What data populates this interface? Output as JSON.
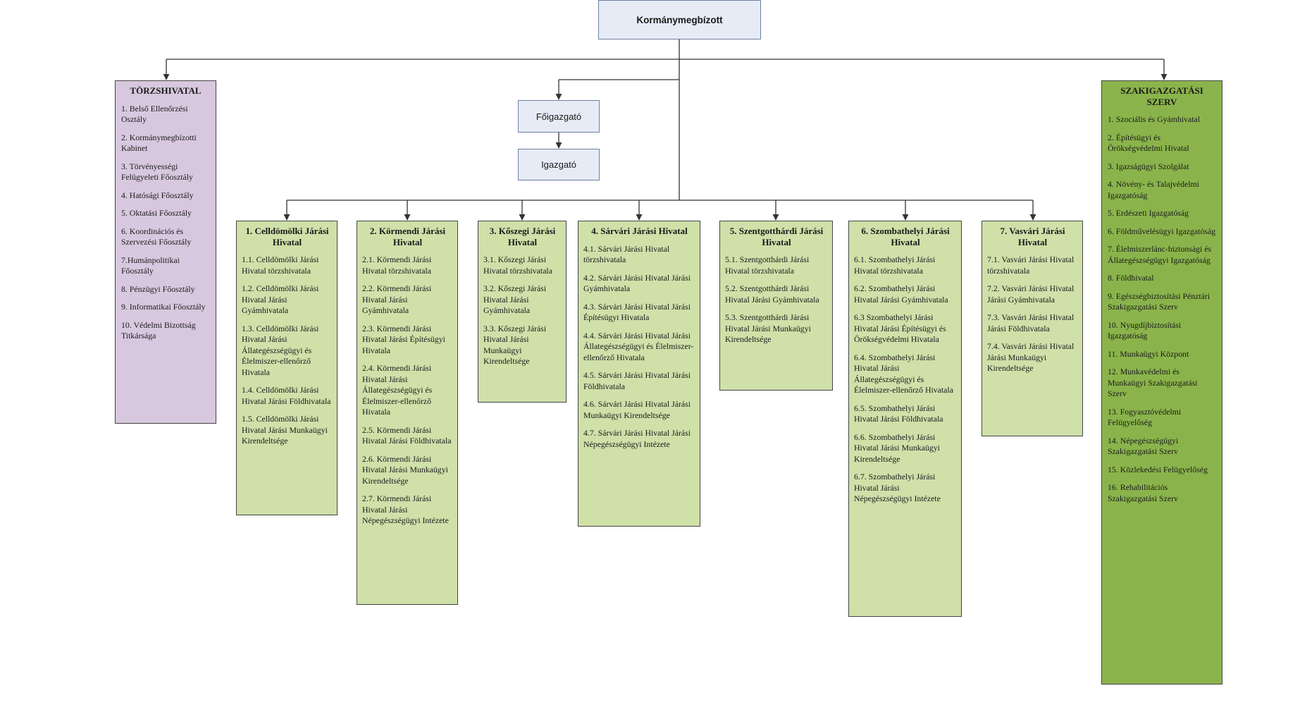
{
  "root": {
    "label": "Kormánymegbízott"
  },
  "management": [
    {
      "label": "Főigazgató"
    },
    {
      "label": "Igazgató"
    }
  ],
  "torzshivatal": {
    "title": "TÖRZSHIVATAL",
    "items": [
      "1. Belső Ellenőrzési Osztály",
      "2. Kormánymegbízotti Kabinet",
      "3. Törvényességi Felügyeleti Főosztály",
      "4. Hatósági Főosztály",
      "5. Oktatási Főosztály",
      "6. Koordinációs és Szervezési Főosztály",
      "7.Humánpolitikai Főosztály",
      "8. Pénzügyi Főosztály",
      "9. Informatikai Főosztály",
      "10. Védelmi Bizottság Titkársága"
    ]
  },
  "jarasi": [
    {
      "title": "1. Celldömölki Járási Hivatal",
      "items": [
        "1.1. Celldömölki Járási Hivatal törzshivatala",
        "1.2. Celldömölki Járási Hivatal Járási Gyámhivatala",
        "1.3. Celldömölki Járási Hivatal Járási Állategészségügyi és Élelmiszer-ellenőrző Hivatala",
        "1.4. Celldömölki Járási Hivatal Járási Földhivatala",
        "1.5. Celldömölki Járási Hivatal Járási Munkaügyi Kirendeltsége"
      ]
    },
    {
      "title": "2. Körmendi Járási Hivatal",
      "items": [
        "2.1. Körmendi Járási Hivatal törzshivatala",
        "2.2. Körmendi Járási Hivatal Járási Gyámhivatala",
        "2.3. Körmendi Járási Hivatal Járási Építésügyi Hivatala",
        "2.4. Körmendi Járási Hivatal Járási Állategészségügyi és Élelmiszer-ellenőrző Hivatala",
        "2.5. Körmendi Járási Hivatal Járási Földhivatala",
        "2.6. Körmendi Járási Hivatal Járási Munkaügyi Kirendeltsége",
        "2.7. Körmendi Járási Hivatal Járási Népegészségügyi Intézete"
      ]
    },
    {
      "title": "3. Kőszegi Járási Hivatal",
      "items": [
        "3.1. Kőszegi Járási Hivatal törzshivatala",
        "3.2. Kőszegi Járási Hivatal Járási Gyámhivatala",
        "3.3. Kőszegi Járási Hivatal Járási Munkaügyi Kirendeltsége"
      ]
    },
    {
      "title": "4. Sárvári Járási Hivatal",
      "items": [
        "4.1. Sárvári Járási Hivatal törzshivatala",
        "4.2. Sárvári Járási Hivatal Járási Gyámhivatala",
        "4.3. Sárvári Járási Hivatal Járási Építésügyi Hivatala",
        "4.4. Sárvári Járási Hivatal Járási Állategészségügyi és Élelmiszer-ellenőrző Hivatala",
        "4.5. Sárvári Járási Hivatal Járási Földhivatala",
        "4.6. Sárvári Járási Hivatal Járási Munkaügyi Kirendeltsége",
        "4.7. Sárvári Járási Hivatal Járási Népegészségügyi Intézete"
      ]
    },
    {
      "title": "5. Szentgotthárdi Járási Hivatal",
      "items": [
        "5.1. Szentgotthárdi Járási Hivatal törzshivatala",
        "5.2. Szentgotthárdi Járási Hivatal Járási Gyámhivatala",
        "5.3. Szentgotthárdi Járási Hivatal Járási Munkaügyi Kirendeltsége"
      ]
    },
    {
      "title": "6. Szombathelyi Járási Hivatal",
      "items": [
        "6.1. Szombathelyi Járási Hivatal törzshivatala",
        "6.2. Szombathelyi Járási Hivatal Járási Gyámhivatala",
        "6.3 Szombathelyi Járási Hivatal Járási Építésügyi és Örökségvédelmi Hivatala",
        "6.4. Szombathelyi Járási Hivatal Járási Állategészségügyi és Élelmiszer-ellenőrző Hivatala",
        "6.5. Szombathelyi Járási Hivatal Járási Földhivatala",
        "6.6. Szombathelyi Járási Hivatal Járási Munkaügyi Kirendeltsége",
        "6.7. Szombathelyi Járási Hivatal Járási Népegészségügyi Intézete"
      ]
    },
    {
      "title": "7. Vasvári Járási Hivatal",
      "items": [
        "7.1. Vasvári Járási Hivatal törzshivatala",
        "7.2. Vasvári Járási Hivatal Járási Gyámhivatala",
        "7.3. Vasvári Járási Hivatal Járási Földhivatala",
        "7.4. Vasvári Járási Hivatal Járási Munkaügyi Kirendeltsége"
      ]
    }
  ],
  "szakigazgatasi": {
    "title": "SZAKIGAZGATÁSI SZERV",
    "items": [
      "1. Szociális és Gyámhivatal",
      "2. Építésügyi és Örökségvédelmi Hivatal",
      "3. Igazságügyi Szolgálat",
      "4. Növény- és Talajvédelmi Igazgatóság",
      "5. Erdészeti Igazgatóság",
      "6. Földművelésügyi Igazgatóság",
      "7. Élelmiszerlánc-biztonsági és Állategészségügyi Igazgatóság",
      "8. Földhivatal",
      "9. Egészségbiztosítási Pénztári Szakigazgatási Szerv",
      "10. Nyugdíjbiztosítási Igazgatóság",
      "11. Munkaügyi Központ",
      "12. Munkavédelmi és Munkaügyi Szakigazgatási Szerv",
      "13. Fogyasztóvédelmi Felügyelőség",
      "14. Népegészségügyi Szakigazgatási Szerv",
      "15. Közlekedési Felügyelőség",
      "16. Rehabilitációs Szakigazgatási Szerv"
    ]
  },
  "colors": {
    "top_box": "#e7ebf6",
    "torzshivatal": "#d8c8df",
    "jarasi": "#cfe0a9",
    "szakigazgatasi": "#8ab44b",
    "connector": "#333333"
  }
}
